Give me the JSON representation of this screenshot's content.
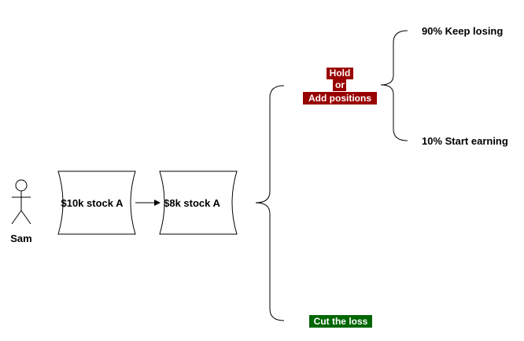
{
  "actor": {
    "name": "Sam"
  },
  "nodes": {
    "stock_before": "$10k stock A",
    "stock_after": "$8k stock A"
  },
  "options": {
    "hold": {
      "lines": [
        "Hold",
        "or",
        "Add positions"
      ],
      "highlight_color": "#990000",
      "text_color": "#ffffff"
    },
    "cut": {
      "label": "Cut the loss",
      "highlight_color": "#006600",
      "text_color": "#ffffff"
    }
  },
  "outcomes": {
    "keep_losing": "90% Keep losing",
    "start_earning": "10% Start earning"
  },
  "colors": {
    "line": "#000000",
    "background": "#ffffff"
  }
}
